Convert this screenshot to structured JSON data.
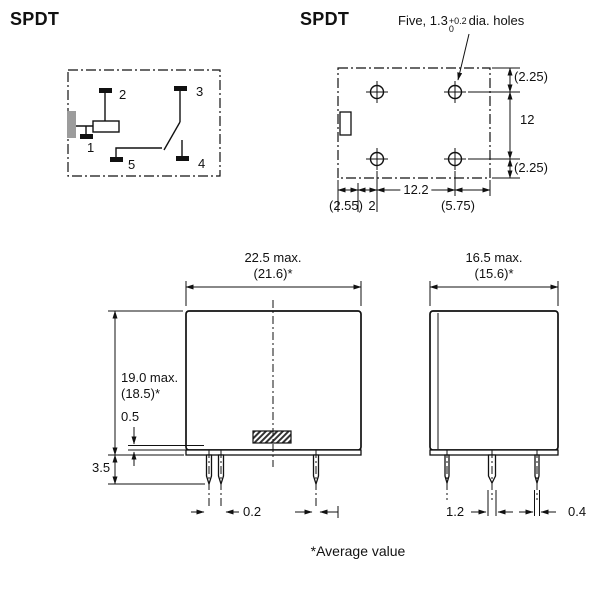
{
  "titles": {
    "schematic": "SPDT",
    "holes": "SPDT"
  },
  "schematic": {
    "pin1": "1",
    "pin2": "2",
    "pin3": "3",
    "pin4": "4",
    "pin5": "5"
  },
  "holes": {
    "note_prefix": "Five, 1.3",
    "note_tol_plus": "+0.2",
    "note_tol_zero": "0",
    "note_suffix": "dia. holes",
    "dim_top": "(2.25)",
    "dim_pitch_v": "12",
    "dim_bottom": "(2.25)",
    "dim_pitch_h": "12.2",
    "dim_left": "(2.55)",
    "dim_slot": "2",
    "dim_right": "(5.75)"
  },
  "front_view": {
    "width": "22.5 max.",
    "width_avg": "(21.6)*",
    "height": "19.0 max.",
    "height_avg": "(18.5)*",
    "step": "0.5",
    "pin_length": "3.5",
    "pin_thickness": "0.2"
  },
  "side_view": {
    "width": "16.5 max.",
    "width_avg": "(15.6)*",
    "pin_width": "1.2",
    "pin_thickness": "0.4"
  },
  "footnote": "*Average value"
}
